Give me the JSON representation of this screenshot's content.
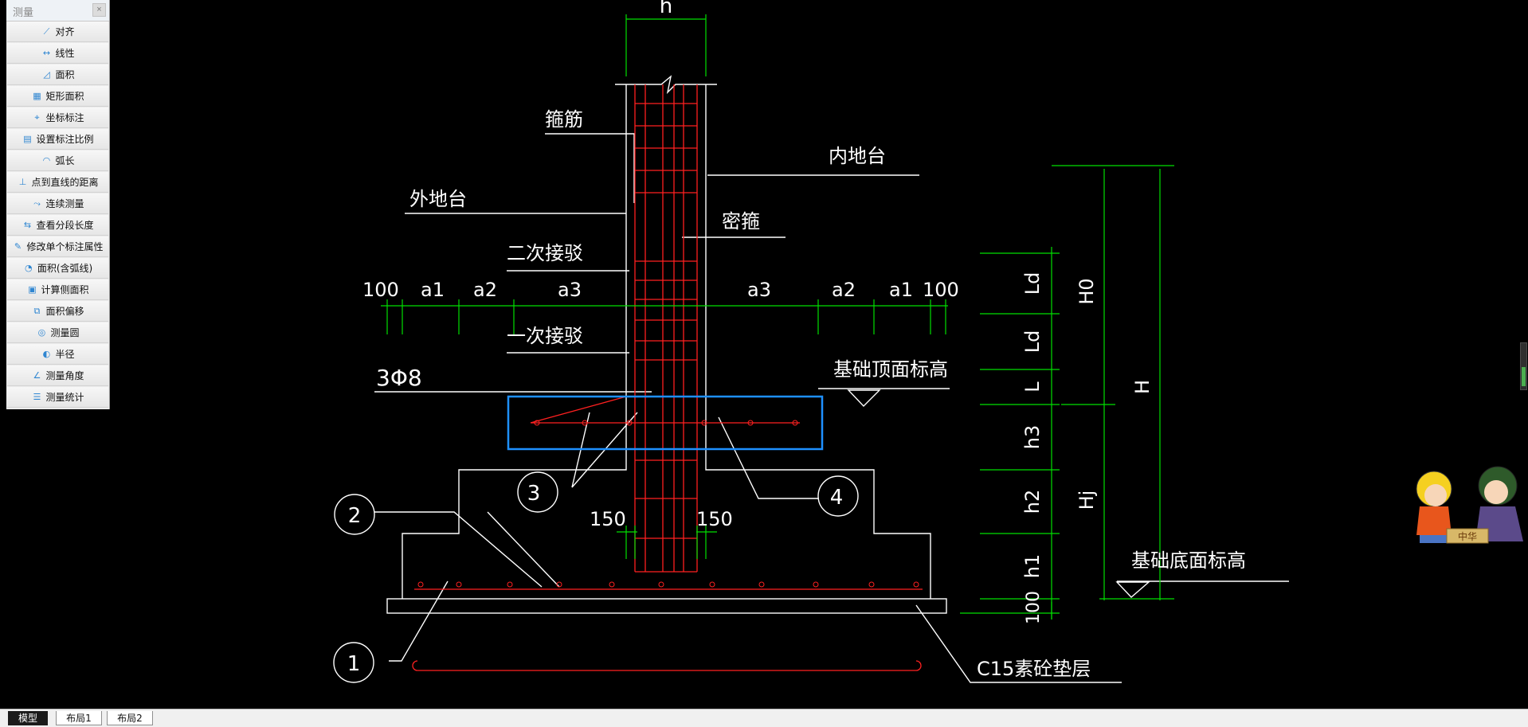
{
  "panel": {
    "title": "测量",
    "close": "×",
    "items": [
      {
        "label": "对齐",
        "icon": "align-measure-icon"
      },
      {
        "label": "线性",
        "icon": "linear-measure-icon"
      },
      {
        "label": "面积",
        "icon": "area-icon"
      },
      {
        "label": "矩形面积",
        "icon": "rect-area-icon"
      },
      {
        "label": "坐标标注",
        "icon": "coordinate-icon"
      },
      {
        "label": "设置标注比例",
        "icon": "scale-icon"
      },
      {
        "label": "弧长",
        "icon": "arc-length-icon"
      },
      {
        "label": "点到直线的距离",
        "icon": "point-line-distance-icon"
      },
      {
        "label": "连续测量",
        "icon": "continuous-measure-icon"
      },
      {
        "label": "查看分段长度",
        "icon": "segment-length-icon"
      },
      {
        "label": "修改单个标注属性",
        "icon": "edit-dimension-icon"
      },
      {
        "label": "面积(含弧线)",
        "icon": "arc-area-icon"
      },
      {
        "label": "计算侧面积",
        "icon": "side-area-icon"
      },
      {
        "label": "面积偏移",
        "icon": "area-offset-icon"
      },
      {
        "label": "测量圆",
        "icon": "measure-circle-icon"
      },
      {
        "label": "半径",
        "icon": "radius-icon"
      },
      {
        "label": "测量角度",
        "icon": "measure-angle-icon"
      },
      {
        "label": "测量统计",
        "icon": "measure-stats-icon"
      }
    ]
  },
  "tabs": [
    {
      "label": "模型",
      "active": true
    },
    {
      "label": "布局1",
      "active": false
    },
    {
      "label": "布局2",
      "active": false
    }
  ],
  "drawing": {
    "col_width_label": "h",
    "stirrup_label": "箍筋",
    "inner_platform": "内地台",
    "outer_platform": "外地台",
    "dense_stirrup": "密箍",
    "second_lap": "二次接驳",
    "first_lap": "一次接驳",
    "rebar_spec": "3Φ8",
    "top_elev": "基础顶面标高",
    "bottom_elev": "基础底面标高",
    "pad_label": "C15素砼垫层",
    "dims_left": [
      "100",
      "a1",
      "a2",
      "a3"
    ],
    "dims_right": [
      "a3",
      "a2",
      "a1",
      "100"
    ],
    "dim_150_left": "150",
    "dim_150_right": "150",
    "callouts": [
      "1",
      "2",
      "3",
      "4"
    ],
    "vdims": [
      "Ld",
      "Ld",
      "L",
      "h3",
      "h2",
      "h1",
      "100"
    ],
    "vdims_outer": [
      "H0",
      "H",
      "Hj"
    ]
  },
  "colors": {
    "background": "#000000",
    "lines": "#ffffff",
    "rebar": "#ff2020",
    "dimension": "#00e000",
    "highlight_box": "#1e90ff"
  },
  "mascot": {
    "sign": "中华"
  }
}
